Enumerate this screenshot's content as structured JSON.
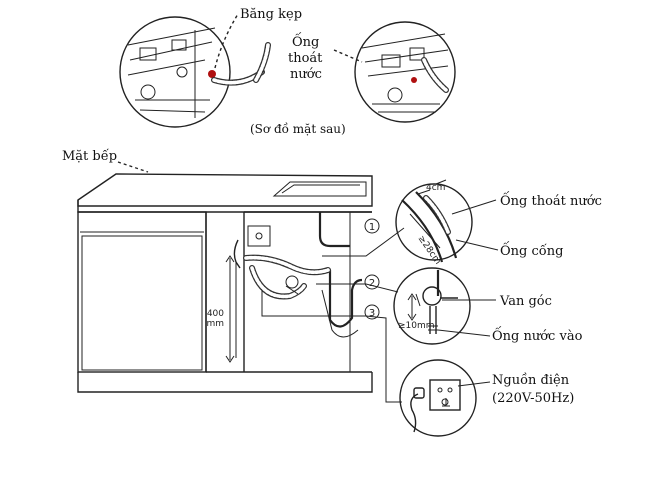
{
  "labels": {
    "clamp": "Băng kẹp",
    "drain_hose_top": [
      "Ống",
      "thoát",
      "nước"
    ],
    "rear_view": "(Sơ đồ mặt sau)",
    "countertop": "Mặt bếp",
    "drain_hose": "Ống thoát nước",
    "sewer_pipe": "Ống cống",
    "angle_valve": "Van góc",
    "water_inlet": "Ống nước vào",
    "power_source": [
      "Nguồn điện",
      "(220V-50Hz)"
    ]
  },
  "dimensions": {
    "height": [
      "400",
      "mm"
    ],
    "hose_width": "4cm",
    "hose_depth": "≥28cm",
    "valve_gap": "≥10mm"
  },
  "callouts": [
    "1",
    "2",
    "3"
  ]
}
